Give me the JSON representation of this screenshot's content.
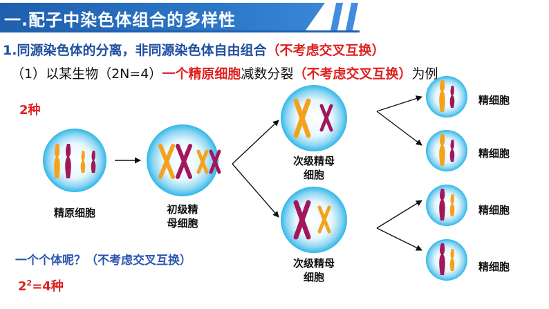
{
  "banner": {
    "title": "一.配子中染色体组合的多样性"
  },
  "heading": {
    "main": "1.同源染色体的分离，非同源染色体自由组合",
    "main_note": "（不考虑交叉互换）"
  },
  "subheading": {
    "prefix": "（1）以某生物（2N=4）",
    "highlight1": "一个精原细胞",
    "middle": "减数分裂",
    "highlight2": "（不考虑交叉互换）",
    "suffix": "为例"
  },
  "labels": {
    "two_kinds": "2种",
    "spermatogonium": "精原细胞",
    "primary_line1": "初级精",
    "primary_line2": "母细胞",
    "secondary_top_line1": "次级精母",
    "secondary_top_line2": "细胞",
    "secondary_bottom_line1": "次级精母",
    "secondary_bottom_line2": "细胞",
    "sperm1": "精细胞",
    "sperm2": "精细胞",
    "sperm3": "精细胞",
    "sperm4": "精细胞",
    "question": "一个个体呢？（不考虑交叉互换）",
    "power_base": "2",
    "power_exp": "2",
    "power_result": "=4种"
  },
  "colors": {
    "orange": "#f4a21c",
    "maroon": "#a3175a",
    "cell_light": "#e6f7fd",
    "cell_dark": "#2fb7e8",
    "title_blue": "#1f5fae"
  }
}
